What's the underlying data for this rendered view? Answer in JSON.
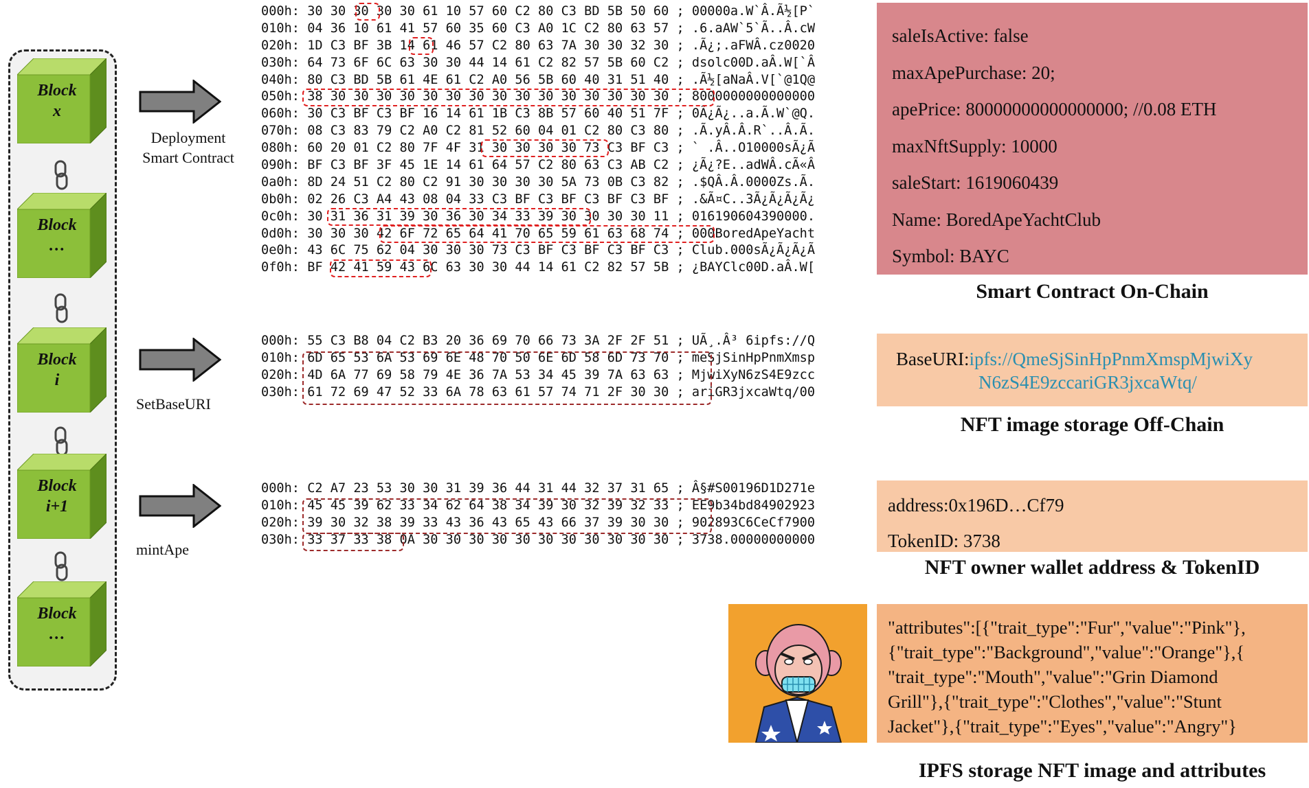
{
  "blocks": [
    {
      "line1": "Block",
      "line2": "x"
    },
    {
      "line1": "Block",
      "line2": "…"
    },
    {
      "line1": "Block",
      "line2": "i"
    },
    {
      "line1": "Block",
      "line2": "i+1"
    },
    {
      "line1": "Block",
      "line2": "…"
    }
  ],
  "arrows": {
    "deploy_line1": "Deployment",
    "deploy_line2": "Smart Contract",
    "setbaseuri": "SetBaseURI",
    "mintape": "mintApe"
  },
  "hex_deploy": [
    {
      "offset": "000h:",
      "bytes": "30 30 30 30 30 61 10 57 60 C2 80 C3 BD 5B 50 60",
      "ascii": "00000a.W`Â.Ã½[P`"
    },
    {
      "offset": "010h:",
      "bytes": "04 36 10 61 41 57 60 35 60 C3 A0 1C C2 80 63 57",
      "ascii": ".6.aAW`5`Ã..Â.cW"
    },
    {
      "offset": "020h:",
      "bytes": "1D C3 BF 3B 14 61 46 57 C2 80 63 7A 30 30 32 30",
      "ascii": ".Ã¿;.aFWÂ.cz0020"
    },
    {
      "offset": "030h:",
      "bytes": "64 73 6F 6C 63 30 30 44 14 61 C2 82 57 5B 60 C2",
      "ascii": "dsolc00D.aÂ.W[`Â"
    },
    {
      "offset": "040h:",
      "bytes": "80 C3 BD 5B 61 4E 61 C2 A0 56 5B 60 40 31 51 40",
      "ascii": ".Ã½[aNaÂ.V[`@1Q@"
    },
    {
      "offset": "050h:",
      "bytes": "38 30 30 30 30 30 30 30 30 30 30 30 30 30 30 30",
      "ascii": "8000000000000000"
    },
    {
      "offset": "060h:",
      "bytes": "30 C3 BF C3 BF 16 14 61 1B C3 8B 57 60 40 51 7F",
      "ascii": "0Ã¿Ã¿..a.Ã.W`@Q."
    },
    {
      "offset": "070h:",
      "bytes": "08 C3 83 79 C2 A0 C2 81 52 60 04 01 C2 80 C3 80",
      "ascii": ".Ã.yÂ.Â.R`..Â.Ã."
    },
    {
      "offset": "080h:",
      "bytes": "60 20 01 C2 80 7F 4F 31 30 30 30 30 73 C3 BF C3",
      "ascii": "` .Â..O10000sÃ¿Ã"
    },
    {
      "offset": "090h:",
      "bytes": "BF C3 BF 3F 45 1E 14 61 64 57 C2 80 63 C3 AB C2",
      "ascii": "¿Ã¿?E..adWÂ.cÃ«Â"
    },
    {
      "offset": "0a0h:",
      "bytes": "8D 24 51 C2 80 C2 91 30 30 30 30 5A 73 0B C3 82",
      "ascii": ".$QÂ.Â.0000Zs.Ã."
    },
    {
      "offset": "0b0h:",
      "bytes": "02 26 C3 A4 43 08 04 33 C3 BF C3 BF C3 BF C3 BF",
      "ascii": ".&Ã¤C..3Ã¿Ã¿Ã¿Ã¿"
    },
    {
      "offset": "0c0h:",
      "bytes": "30 31 36 31 39 30 36 30 34 33 39 30 30 30 30 11",
      "ascii": "016190604390000."
    },
    {
      "offset": "0d0h:",
      "bytes": "30 30 30 42 6F 72 65 64 41 70 65 59 61 63 68 74",
      "ascii": "000BoredApeYacht"
    },
    {
      "offset": "0e0h:",
      "bytes": "43 6C 75 62 04 30 30 30 73 C3 BF C3 BF C3 BF C3",
      "ascii": "Club.000sÃ¿Ã¿Ã¿Ã"
    },
    {
      "offset": "0f0h:",
      "bytes": "BF 42 41 59 43 6C 63 30 30 44 14 61 C2 82 57 5B",
      "ascii": "¿BAYClc00D.aÂ.W["
    }
  ],
  "hex_uri": [
    {
      "offset": "000h:",
      "bytes": "55 C3 B8 04 C2 B3 20 36 69 70 66 73 3A 2F 2F 51",
      "ascii": "UÃ¸.Â³ 6ipfs://Q"
    },
    {
      "offset": "010h:",
      "bytes": "6D 65 53 6A 53 69 6E 48 70 50 6E 6D 58 6D 73 70",
      "ascii": "meSjSinHpPnmXmsp"
    },
    {
      "offset": "020h:",
      "bytes": "4D 6A 77 69 58 79 4E 36 7A 53 34 45 39 7A 63 63",
      "ascii": "MjwiXyN6zS4E9zcc"
    },
    {
      "offset": "030h:",
      "bytes": "61 72 69 47 52 33 6A 78 63 61 57 74 71 2F 30 30",
      "ascii": "ariGR3jxcaWtq/00"
    }
  ],
  "hex_mint": [
    {
      "offset": "000h:",
      "bytes": "C2 A7 23 53 30 30 31 39 36 44 31 44 32 37 31 65",
      "ascii": "Â§#S00196D1D271e"
    },
    {
      "offset": "010h:",
      "bytes": "45 45 39 62 33 34 62 64 38 34 39 30 32 39 32 33",
      "ascii": "EE9b34bd84902923"
    },
    {
      "offset": "020h:",
      "bytes": "39 30 32 38 39 33 43 36 43 65 43 66 37 39 30 30",
      "ascii": "902893C6CeCf7900"
    },
    {
      "offset": "030h:",
      "bytes": "33 37 33 38 0A 30 30 30 30 30 30 30 30 30 30 30",
      "ascii": "3738.00000000000"
    }
  ],
  "contract": {
    "lines": [
      "saleIsActive: false",
      "maxApePurchase: 20;",
      "apePrice: 80000000000000000; //0.08 ETH",
      "maxNftSupply: 10000",
      "saleStart: 1619060439",
      "Name: BoredApeYachtClub",
      "Symbol: BAYC"
    ],
    "caption": "Smart Contract On-Chain"
  },
  "baseuri": {
    "label": "BaseURI:",
    "link_line1": "ipfs://QmeSjSinHpPnmXmspMjwiXy",
    "link_line2": "N6zS4E9zccariGR3jxcaWtq/",
    "caption": "NFT image storage Off-Chain"
  },
  "owner": {
    "address": "address:0x196D…Cf79",
    "token": "TokenID: 3738",
    "caption": "NFT owner wallet address & TokenID"
  },
  "attributes": {
    "lines": [
      "\"attributes\":[{\"trait_type\":\"Fur\",\"value\":\"Pink\"},",
      "{\"trait_type\":\"Background\",\"value\":\"Orange\"},{",
      "\"trait_type\":\"Mouth\",\"value\":\"Grin Diamond",
      "Grill\"},{\"trait_type\":\"Clothes\",\"value\":\"Stunt",
      "Jacket\"},{\"trait_type\":\"Eyes\",\"value\":\"Angry\"}"
    ],
    "caption": "IPFS storage NFT image and attributes"
  },
  "colors": {
    "contract_panel": "#d8878c",
    "baseuri_panel": "#f8c9a6",
    "owner_panel": "#f8c9a6",
    "attributes_panel": "#f4b483",
    "highlight_red": "#e02020",
    "highlight_dark": "#9c2a2a",
    "link": "#2a8fb0",
    "block_green": "#8cbf3a"
  }
}
